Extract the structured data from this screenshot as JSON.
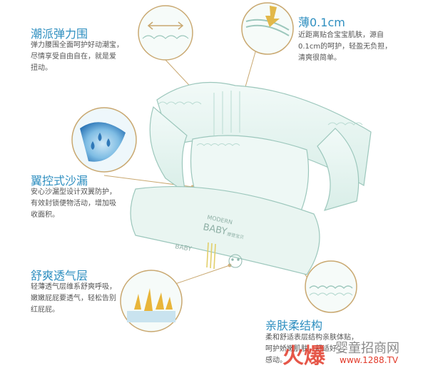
{
  "colors": {
    "title_blue": "#2f8fc0",
    "body_gray": "#555555",
    "leader_gold": "#c9a870",
    "diaper_mint": "#e4f3ef",
    "diaper_outline": "#9cc7bc",
    "watermark_red": "#e23a2a",
    "watermark_gray": "#8a8a8a"
  },
  "features": [
    {
      "id": "elastic-waist",
      "title": "潮派弹力围",
      "lines": [
        "弹力腰围全面呵护好动潮宝，",
        "尽情享受自由自在，就是爱",
        "扭动。"
      ]
    },
    {
      "id": "thin",
      "title": "薄0.1cm",
      "lines": [
        "近距离贴合宝宝肌肤，源自",
        "0.1cm的呵护，轻盈无负担，",
        "清爽很简单。"
      ]
    },
    {
      "id": "leak-guard",
      "title": "翼控式沙漏",
      "lines": [
        "安心沙漏型设计双翼防护，",
        "有效封锁便物活动，增加吸",
        "收面积。"
      ]
    },
    {
      "id": "breathable",
      "title": "舒爽透气层",
      "lines": [
        "轻薄透气层维系舒爽呼吸，",
        "嫩嫩屁屁要透气，轻松告别",
        "红屁屁。"
      ]
    },
    {
      "id": "soft-skin",
      "title": "亲肤柔结构",
      "lines": [
        "柔和舒适表层结构亲肤体贴，",
        "呵护娇嫩肌肤，舒适好",
        "感动。"
      ]
    }
  ],
  "diaper": {
    "brand_top": "MODERN",
    "brand_bottom": "BABY",
    "brand_cn": "摩登宝贝"
  },
  "watermark": {
    "logo_text": "火爆",
    "site_name": "婴童招商网",
    "url": "www.1288.TV"
  }
}
